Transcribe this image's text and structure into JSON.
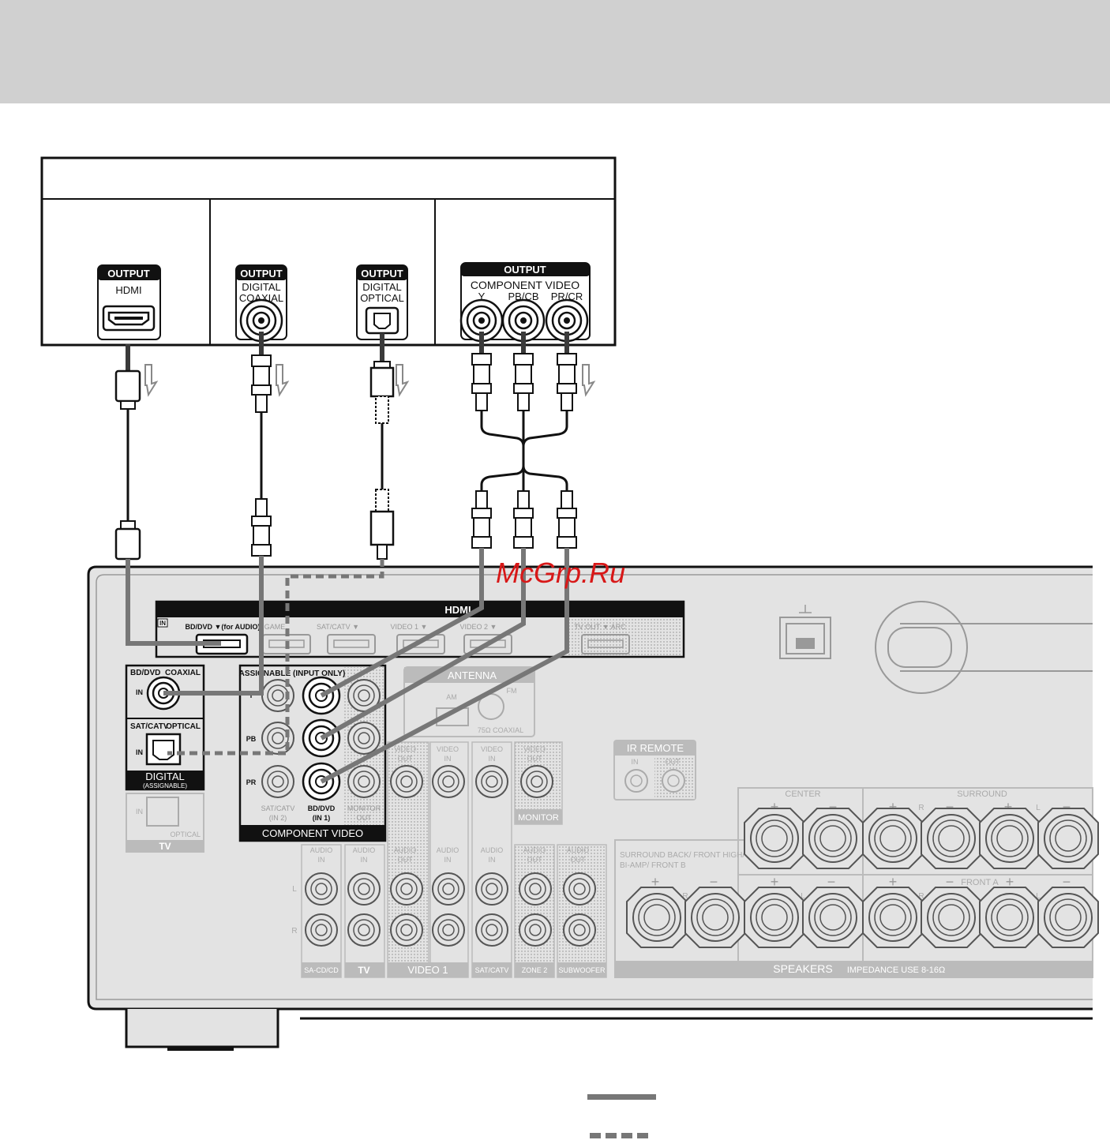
{
  "source": {
    "hdmi": {
      "badge": "OUTPUT",
      "label": "HDMI"
    },
    "coaxial": {
      "badge": "OUTPUT",
      "label1": "DIGITAL",
      "label2": "COAXIAL"
    },
    "optical": {
      "badge": "OUTPUT",
      "label1": "DIGITAL",
      "label2": "OPTICAL"
    },
    "component": {
      "badge": "OUTPUT",
      "label": "COMPONENT VIDEO",
      "y": "Y",
      "pb": "PB/CB",
      "pr": "PR/CR"
    }
  },
  "watermark": "McGrp.Ru",
  "receiver": {
    "hdmi": {
      "title": "HDMI",
      "in_mark": "IN",
      "bd_dvd": "BD/DVD ▼(for AUDIO)",
      "game": "GAME",
      "sat_catv": "SAT/CATV ▼",
      "video1": "VIDEO 1 ▼",
      "video2": "VIDEO 2 ▼",
      "tv_out": "TV OUT ▼ ARC"
    },
    "digital": {
      "bd_dvd": "BD/DVD",
      "coaxial": "COAXIAL",
      "in1": "IN",
      "sat_catv": "SAT/CATV",
      "optical": "OPTICAL",
      "in2": "IN",
      "title": "DIGITAL",
      "subtitle": "(ASSIGNABLE)"
    },
    "tv_optical": {
      "in": "IN",
      "optical": "OPTICAL",
      "title": "TV"
    },
    "component": {
      "assignable": "ASSIGNABLE (INPUT ONLY)",
      "y": "Y",
      "pb": "PB",
      "pr": "PR",
      "sat_catv": "SAT/CATV",
      "in2": "(IN 2)",
      "bd_dvd": "BD/DVD",
      "in1": "(IN 1)",
      "monitor": "MONITOR",
      "out": "OUT",
      "title": "COMPONENT VIDEO"
    },
    "antenna": {
      "title": "ANTENNA",
      "am": "AM",
      "fm": "FM",
      "coaxial": "75Ω COAXIAL"
    },
    "video": {
      "video": "VIDEO",
      "out": "OUT",
      "in": "IN",
      "audio": "AUDIO",
      "monitor": "MONITOR",
      "l": "L",
      "r": "R"
    },
    "groups": {
      "sacd": "SA-CD/CD",
      "tv": "TV",
      "video1": "VIDEO 1",
      "satcatv": "SAT/CATV",
      "zone2": "ZONE 2",
      "subwoofer": "SUBWOOFER"
    },
    "ir_remote": {
      "title": "IR REMOTE",
      "in": "IN",
      "out": "OUT"
    },
    "speakers": {
      "center": "CENTER",
      "surround": "SURROUND",
      "surround_back1": "SURROUND BACK/ FRONT HIGH/",
      "surround_back2": "BI-AMP/ FRONT B",
      "front_a": "FRONT A",
      "plus": "+",
      "minus": "−",
      "r": "R",
      "l": "L",
      "title": "SPEAKERS",
      "impedance": "IMPEDANCE USE 8-16Ω"
    }
  },
  "colors": {
    "header_band": "#d0d0d0",
    "panel": "#e3e3e3",
    "cable": "#3a3a3a",
    "watermark": "#d81818"
  }
}
